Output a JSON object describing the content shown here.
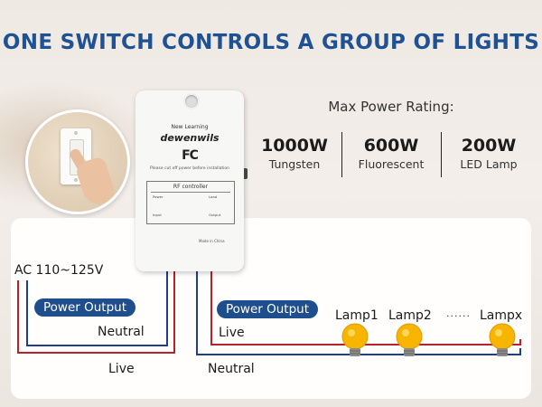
{
  "headline": "ONE SWITCH CONTROLS A GROUP OF LIGHTS",
  "device": {
    "line1": "New Learning",
    "brand": "dewenwils",
    "fc": "FC",
    "notice": "Please cut off power before installation",
    "label_title": "RF controller",
    "power_label": "Power",
    "load_label": "Load",
    "input_label": "Input",
    "output_label": "Output",
    "made_in": "Made in China"
  },
  "rating": {
    "title": "Max Power Rating:",
    "items": [
      {
        "watts": "1000W",
        "type": "Tungsten"
      },
      {
        "watts": "600W",
        "type": "Fluorescent"
      },
      {
        "watts": "200W",
        "type": "LED Lamp"
      }
    ]
  },
  "wiring": {
    "ac_label": "AC 110~125V",
    "power_output_left": "Power Output",
    "power_output_right": "Power Output",
    "neutral_left": "Neutral",
    "live_left": "Live",
    "live_right": "Live",
    "neutral_right": "Neutral",
    "lamps": [
      "Lamp1",
      "Lamp2",
      "Lampx"
    ],
    "ellipsis": "......",
    "colors": {
      "live": "#b8232a",
      "neutral": "#1f3f8a",
      "pill": "#1f4e8c",
      "headline": "#1f5294",
      "bulb": "#f7b500"
    }
  },
  "icons": [
    "wall-switch-icon",
    "lightbulb-icon"
  ]
}
